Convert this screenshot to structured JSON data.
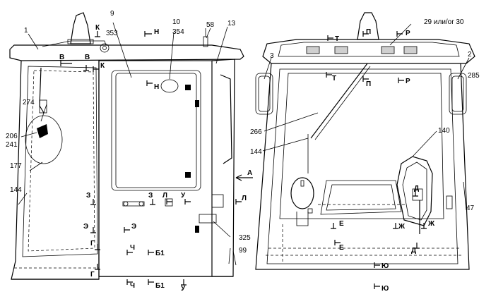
{
  "callouts": {
    "c1": "1",
    "c9": "9",
    "c353": "353",
    "c10": "10",
    "c354": "354",
    "c58": "58",
    "c13": "13",
    "c274": "274",
    "c206": "206",
    "c241": "241",
    "c177": "177",
    "c144a": "144",
    "c325": "325",
    "c99": "99",
    "c29": "29 или/or 30",
    "c3": "3",
    "c2": "2",
    "c285": "285",
    "c266": "266",
    "c144b": "144",
    "c140": "140",
    "c47": "47"
  },
  "sections": {
    "K": "К",
    "N": "Н",
    "V": "В",
    "Z": "З",
    "L": "Л",
    "U": "У",
    "E": "Э",
    "G": "Г",
    "CH": "Ч",
    "B1": "Б1",
    "A": "А",
    "T": "Т",
    "P": "П",
    "R": "Р",
    "YE": "Е",
    "ZH": "Ж",
    "D": "Д",
    "YU": "Ю"
  }
}
